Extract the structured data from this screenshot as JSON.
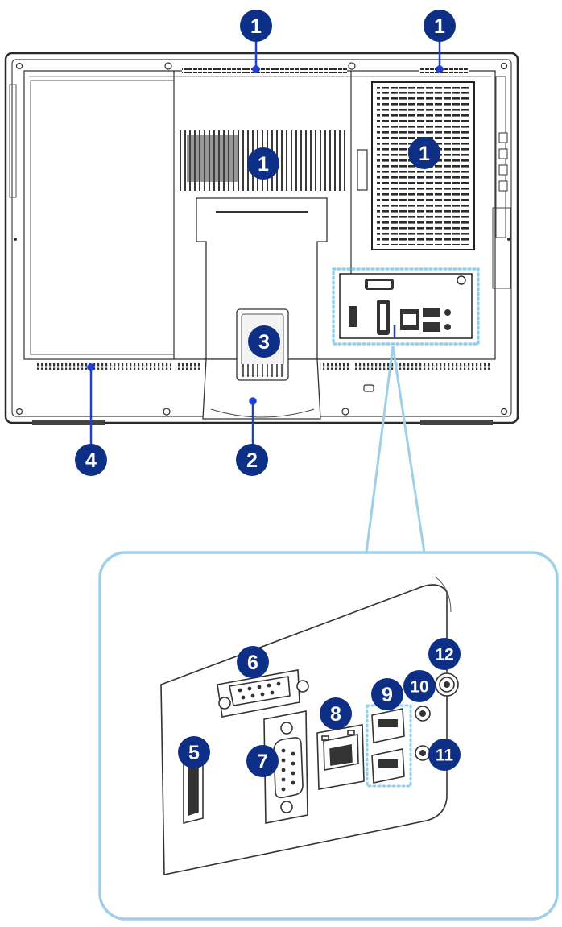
{
  "colors": {
    "badge": "#0d2f86",
    "badge_text": "#ffffff",
    "leader": "#1f3fd6",
    "zoom_frame": "#9fd0e8",
    "port_highlight": "#8fd0ec",
    "chassis_outline": "#2a2a2a",
    "chassis_fill": "#ffffff",
    "vent": "#333333"
  },
  "callouts": [
    {
      "id": "vent-top-left",
      "label": "1"
    },
    {
      "id": "vent-top-right",
      "label": "1"
    },
    {
      "id": "vent-rear-center",
      "label": "1"
    },
    {
      "id": "vent-rear-right",
      "label": "1"
    },
    {
      "id": "stand",
      "label": "2"
    },
    {
      "id": "vesa-cover",
      "label": "3"
    },
    {
      "id": "vent-bottom",
      "label": "4"
    },
    {
      "id": "hdmi-port",
      "label": "5"
    },
    {
      "id": "vga-port",
      "label": "6"
    },
    {
      "id": "serial-port",
      "label": "7"
    },
    {
      "id": "lan-port",
      "label": "8"
    },
    {
      "id": "usb-ports",
      "label": "9"
    },
    {
      "id": "audio-out",
      "label": "10"
    },
    {
      "id": "audio-in",
      "label": "11"
    },
    {
      "id": "antenna-connector",
      "label": "12"
    }
  ]
}
